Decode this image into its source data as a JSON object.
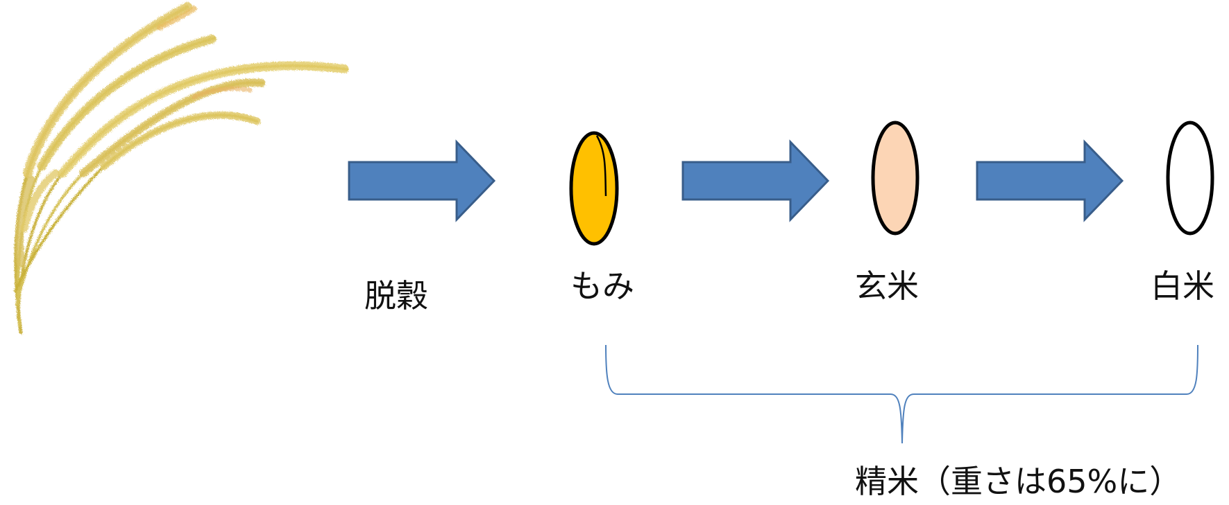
{
  "labels": {
    "threshing": "脱穀",
    "paddy": "もみ",
    "brown_rice": "玄米",
    "white_rice": "白米",
    "polishing": "精米（重さは65%に）"
  },
  "colors": {
    "arrow_fill": "#4f81bd",
    "arrow_stroke": "#385d8a",
    "paddy_grain": "#ffc000",
    "brown_rice_grain": "#fcd5b5",
    "white_rice_grain": "#ffffff",
    "grain_outline": "#000000",
    "brace": "#4f81bd",
    "rice_plant": "#c9b23a"
  },
  "icons": {
    "plant": "rice-plant-illustration"
  }
}
